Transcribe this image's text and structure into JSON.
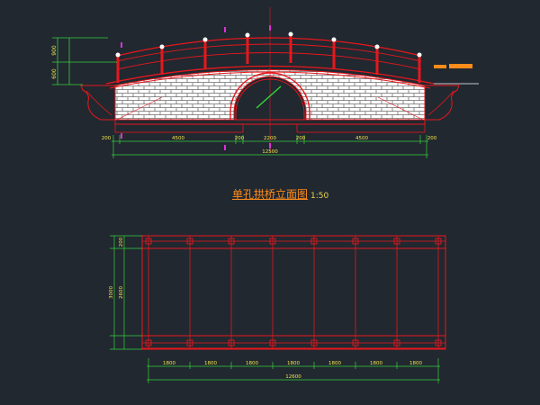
{
  "drawing": {
    "title": "单孔拱桥立面图",
    "scale": "1:50"
  },
  "elevation": {
    "dims_bottom": [
      "200",
      "4500",
      "200",
      "2200",
      "200",
      "4500",
      "200"
    ],
    "total": "12500",
    "height_dims": [
      "900",
      "600"
    ]
  },
  "plan": {
    "bay_labels": [
      "1800",
      "1800",
      "1800",
      "1800",
      "1800",
      "1800",
      "1800"
    ],
    "total": "12600",
    "side_dims": [
      "3000",
      "2600",
      "200"
    ]
  },
  "colors": {
    "background": "#212830",
    "linework": "#e8171c",
    "dimension_text": "#f2e64a",
    "title_text": "#ff8c1a",
    "dimension_lines": "#36d13a",
    "masonry": "#ffffff"
  }
}
